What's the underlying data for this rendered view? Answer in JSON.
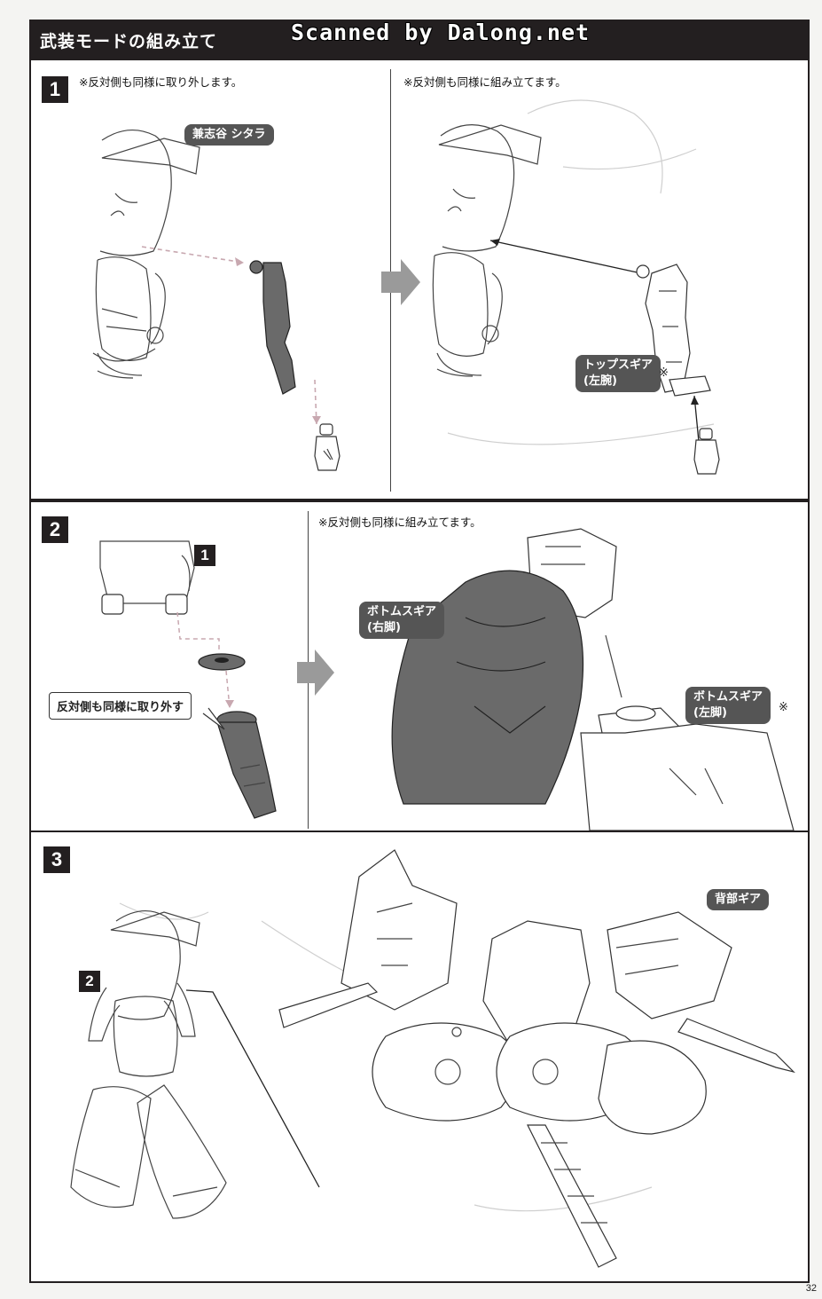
{
  "header": {
    "title": "武装モードの組み立て",
    "watermark": "Scanned by Dalong.net"
  },
  "step1": {
    "number": "1",
    "note_left": "※反対側も同様に取り外します。",
    "note_right": "※反対側も同様に組み立てます。",
    "character_label": "兼志谷 シタラ",
    "part_label_line1": "トップスギア",
    "part_label_line2": "(左腕)",
    "mark": "※"
  },
  "step2": {
    "number": "2",
    "ref_number": "1",
    "note_right": "※反対側も同様に組み立てます。",
    "callout": "反対側も同様に取り外す",
    "right_leg_line1": "ボトムスギア",
    "right_leg_line2": "(右脚)",
    "left_leg_line1": "ボトムスギア",
    "left_leg_line2": "(左脚)",
    "mark": "※"
  },
  "step3": {
    "number": "3",
    "ref_number": "2",
    "back_gear_label": "背部ギア"
  },
  "page_number": "32",
  "colors": {
    "header_bg": "#231f20",
    "label_bg": "#555555",
    "part_fill": "#6a6a6a"
  }
}
